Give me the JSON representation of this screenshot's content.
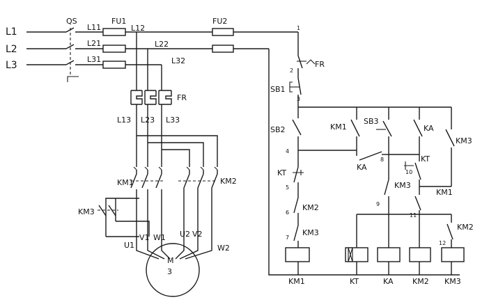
{
  "supply": {
    "l1": "L1",
    "l2": "L2",
    "l3": "L3"
  },
  "main_circuit": {
    "qs": "QS",
    "fu1": "FU1",
    "l11": "L11",
    "l21": "L21",
    "l31": "L31",
    "l12": "L12",
    "l22": "L22",
    "l32": "L32",
    "fr": "FR",
    "l13": "L13",
    "l23": "L23",
    "l33": "L33",
    "km1": "KM1",
    "km2": "KM2",
    "km3": "KM3",
    "u1": "U1",
    "v1": "V1",
    "w1": "W1",
    "u2": "U2",
    "v2": "V2",
    "w2": "W2",
    "motor": "M",
    "motor_phases": "3"
  },
  "control_circuit": {
    "fu2": "FU2",
    "fr_contact": "FR",
    "sb1": "SB1",
    "sb2": "SB2",
    "sb3": "SB3",
    "km1_contact": "KM1",
    "ka_nc": "KA",
    "ka_no": "KA",
    "km3_contact": "KM3",
    "kt_nc": "KT",
    "kt_no": "KT",
    "km3_nc": "KM3",
    "km1_nc": "KM1",
    "km2_nc": "KM2",
    "km2_no": "KM2",
    "nodes": [
      "1",
      "2",
      "3",
      "4",
      "5",
      "6",
      "7",
      "8",
      "9",
      "10",
      "11",
      "12"
    ],
    "coils": [
      "KM1",
      "KT",
      "KA",
      "KM2",
      "KM3"
    ]
  }
}
